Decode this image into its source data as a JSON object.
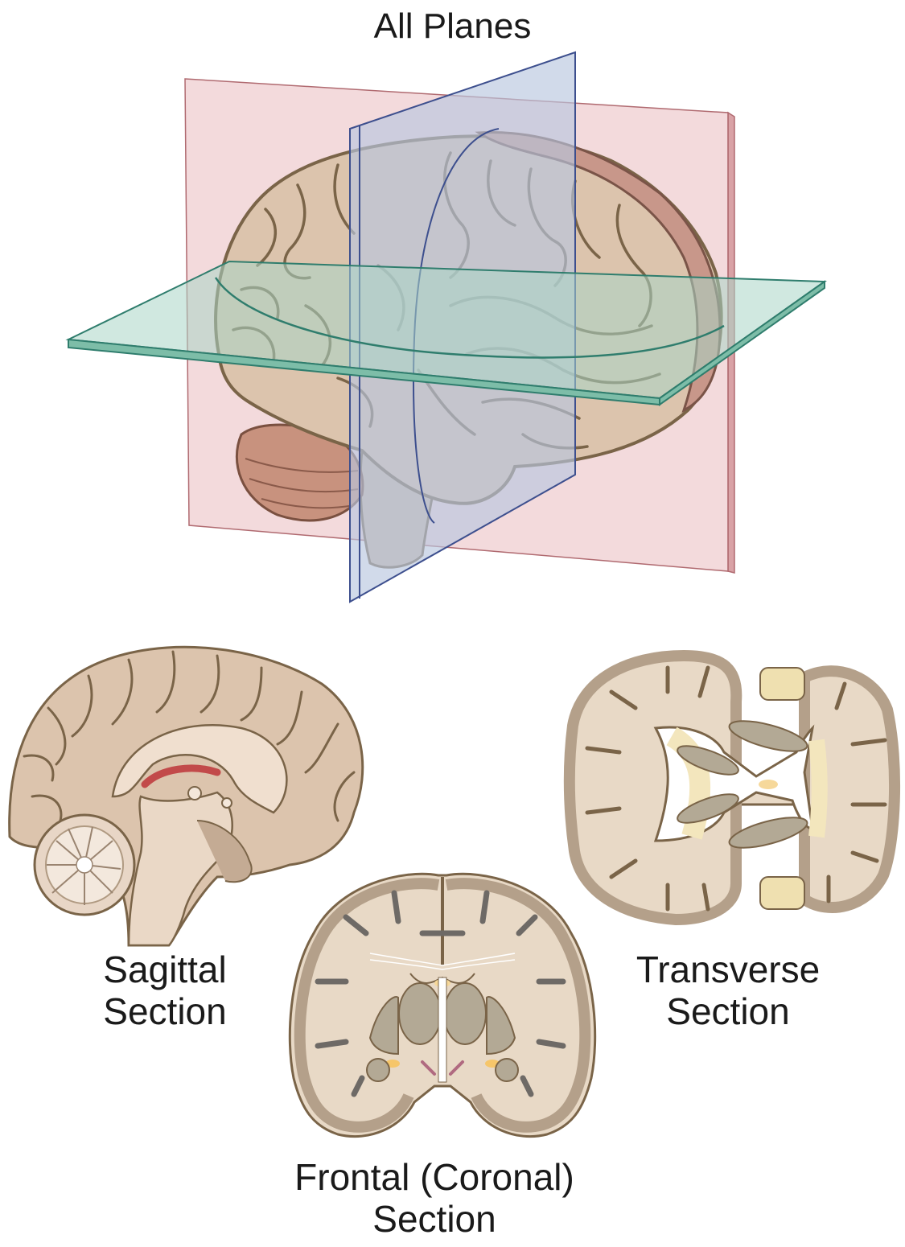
{
  "title": "All Planes",
  "sections": {
    "sagittal": {
      "line1": "Sagittal",
      "line2": "Section"
    },
    "frontal": {
      "line1": "Frontal (Coronal)",
      "line2": "Section"
    },
    "transverse": {
      "line1": "Transverse",
      "line2": "Section"
    }
  },
  "colors": {
    "brain": "#dcc4ad",
    "brain_outline": "#7a6448",
    "sulcus": "#a48b6e",
    "sagittal_plane": "#efcdd0",
    "coronal_plane": "#b9c6df",
    "transverse_plane": "#a9d6c6",
    "cerebellum": "#c8927e",
    "deep_nuclei": "#b3a995",
    "ventricle": "#ffffff",
    "white_matter_tract": "#f3e6bd"
  }
}
